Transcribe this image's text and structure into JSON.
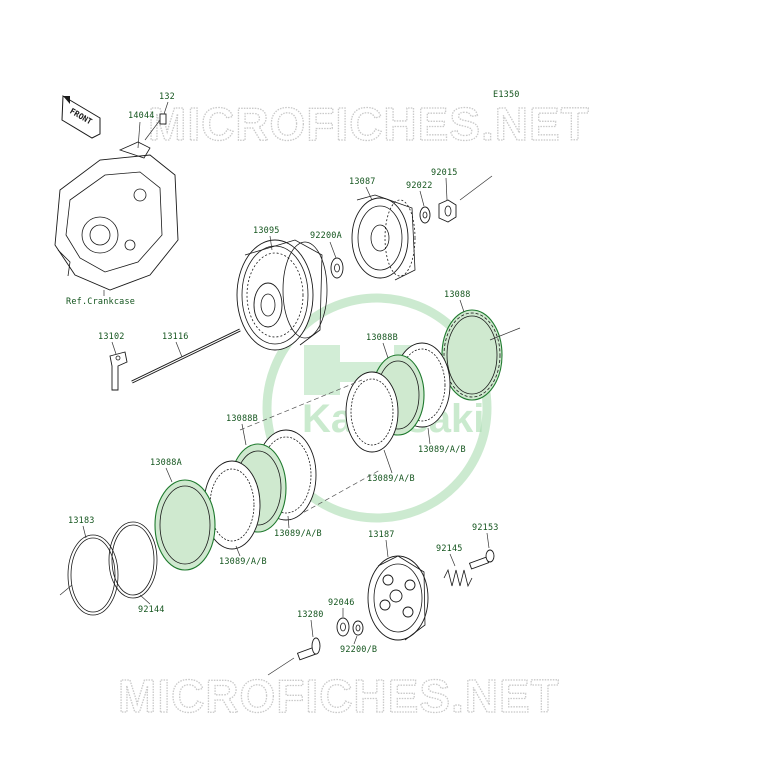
{
  "diagram_code": "E1350",
  "watermark_text": "MICROFICHES.NET",
  "brand_text": "Kawasaki",
  "front_label": "FRONT",
  "crankcase_ref": "Ref.Crankcase",
  "colors": {
    "label": "#14551e",
    "watermark": "#c9c9c9",
    "logo": "#9fd9a7",
    "line": "#1a1a1a"
  },
  "parts": {
    "p132": "132",
    "p14044": "14044",
    "p13087": "13087",
    "p92022": "92022",
    "p92015": "92015",
    "p13095": "13095",
    "p92200A": "92200A",
    "p13088": "13088",
    "p13102": "13102",
    "p13116": "13116",
    "p13088B_top": "13088B",
    "p13088B_mid": "13088B",
    "p13089AB_right": "13089/A/B",
    "p13089AB_center": "13089/A/B",
    "p13088A": "13088A",
    "p13089AB_mid": "13089/A/B",
    "p13089AB_left": "13089/A/B",
    "p13183": "13183",
    "p92144": "92144",
    "p13187": "13187",
    "p92153": "92153",
    "p92145": "92145",
    "p92046": "92046",
    "p13280": "13280",
    "p92200B": "92200/B"
  }
}
